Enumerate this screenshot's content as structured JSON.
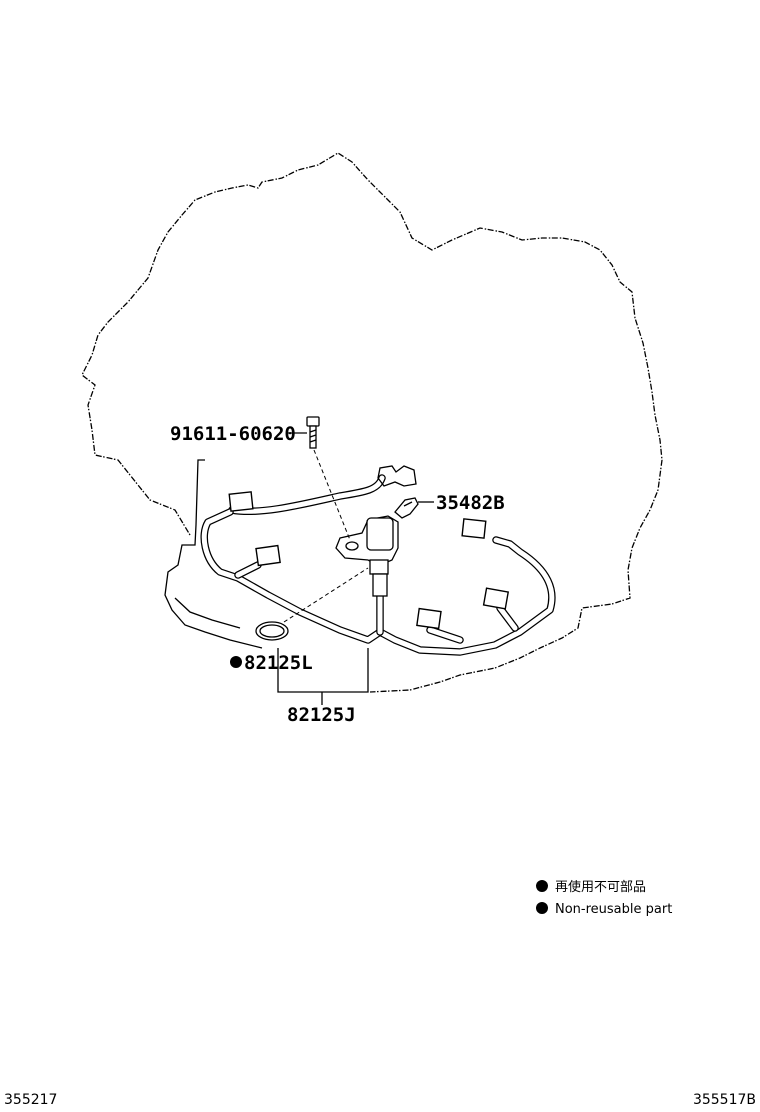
{
  "callouts": {
    "bolt": "91611-60620",
    "clip": "35482B",
    "oring": "82125L",
    "harness": "82125J"
  },
  "legend": {
    "jp": "再使用不可部品",
    "en": "Non-reusable part",
    "marker_color": "#000000"
  },
  "footer": {
    "left_code": "355217",
    "right_code": "355517B"
  }
}
